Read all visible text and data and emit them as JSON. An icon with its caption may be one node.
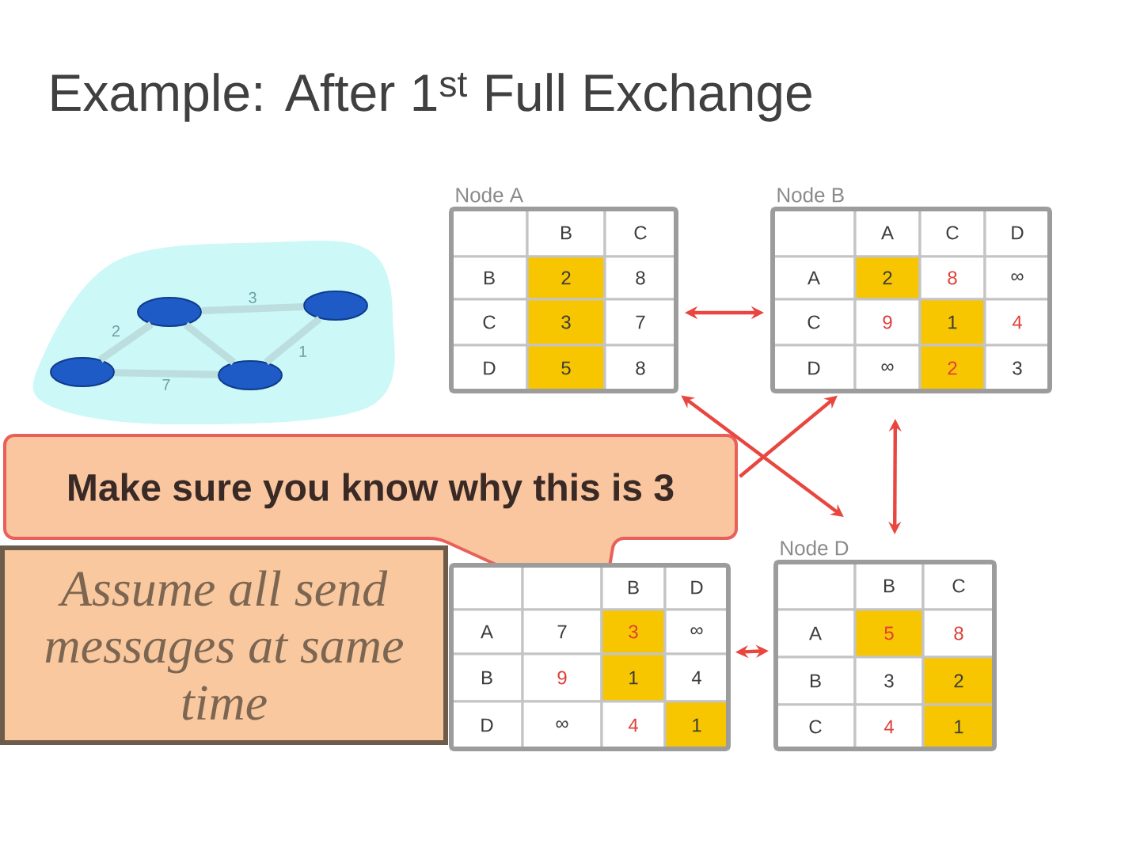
{
  "diagram": {
    "title": "Example: After 1$^{st}$ Full Exchange",
    "nodes": [
      {
        "text": [],
        "shape": "ellipse"
      },
      {
        "text": [],
        "shape": "ellipse"
      },
      {
        "text": [],
        "shape": "ellipse"
      },
      {
        "text": [],
        "shape": "ellipse"
      },
      {
        "text": [
          "Node A",
          "B",
          "C",
          "B",
          "2",
          "8",
          "C",
          "3",
          "7",
          "D",
          "5",
          "8"
        ]
      },
      {
        "text": [
          "Node B",
          "A",
          "C",
          "D",
          "A",
          "2",
          "8",
          "∞",
          "C",
          "9",
          "1",
          "4",
          "D",
          "∞",
          "2",
          "3"
        ]
      },
      {
        "text": [
          "Make sure you know why this is 3"
        ]
      },
      {
        "text": [
          "Assume all send messages at same time"
        ]
      },
      {
        "text": [
          "B",
          "D",
          "A",
          "7",
          "3",
          "∞",
          "B",
          "9",
          "1",
          "4",
          "D",
          "∞",
          "4",
          "1"
        ]
      },
      {
        "text": [
          "Node D",
          "B",
          "C",
          "A",
          "5",
          "8",
          "B",
          "3",
          "2",
          "C",
          "4",
          "1"
        ]
      }
    ],
    "edges": [
      {
        "from": 0,
        "to": 1,
        "arrow": "none",
        "label": "2",
        "style": "thick",
        "color": "#bcdede"
      },
      {
        "from": 1,
        "to": 3,
        "arrow": "none",
        "label": "3",
        "style": "thick",
        "color": "#bcdede"
      },
      {
        "from": 1,
        "to": 2,
        "arrow": "none",
        "style": "thick",
        "color": "#bcdede"
      },
      {
        "from": 0,
        "to": 2,
        "arrow": "none",
        "label": "7",
        "style": "thick",
        "color": "#bcdede"
      },
      {
        "from": 2,
        "to": 3,
        "arrow": "none",
        "label": "1",
        "style": "thick",
        "color": "#bcdede"
      },
      {
        "from": 4,
        "to": 5,
        "arrow": "both",
        "color": "#e8463f"
      },
      {
        "from": 4,
        "to": 9,
        "arrow": "both",
        "color": "#e8463f"
      },
      {
        "from": 6,
        "to": 5,
        "arrow": "to",
        "color": "#e8463f"
      },
      {
        "from": 5,
        "to": 9,
        "arrow": "both",
        "color": "#e8463f"
      },
      {
        "from": 8,
        "to": 9,
        "arrow": "both",
        "color": "#e8463f"
      }
    ]
  }
}
